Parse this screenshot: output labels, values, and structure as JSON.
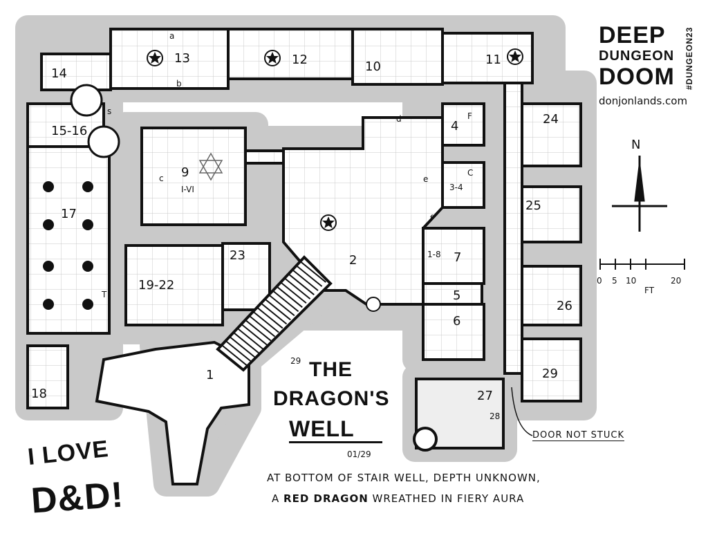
{
  "branding": {
    "title_line1": "DEEP",
    "title_line2": "DUNGEON",
    "title_line3": "DOOM",
    "hashtag": "#DUNGEON23",
    "website": "donjonlands.com"
  },
  "compass": {
    "north_label": "N"
  },
  "scale": {
    "ticks": [
      "0",
      "5",
      "10",
      "20"
    ],
    "unit": "FT"
  },
  "dungeon_title": {
    "number": "29",
    "line1": "THE",
    "line2": "DRAGON'S",
    "line3": "WELL",
    "date": "01/29"
  },
  "description": {
    "line1": "AT BOTTOM OF STAIR WELL, DEPTH UNKNOWN,",
    "line2_prefix": "A",
    "line2_emphasis": "RED DRAGON",
    "line2_suffix": "WREATHED IN FIERY AURA"
  },
  "annotation": {
    "door_note": "DOOR NOT STUCK"
  },
  "signature": {
    "line1": "I LOVE",
    "line2": "D&D!"
  },
  "rooms": {
    "r1": "1",
    "r2": "2",
    "r3_4": "3-4",
    "r4": "4",
    "r5": "5",
    "r6": "6",
    "r7": "7",
    "r8": "1-8",
    "r9": "9",
    "r9_sub": "I-VI",
    "r10": "10",
    "r11": "11",
    "r12": "12",
    "r13": "13",
    "r14": "14",
    "r15": "15-16",
    "r17": "17",
    "r18": "18",
    "r19": "19-22",
    "r23": "23",
    "r24": "24",
    "r25": "25",
    "r26": "26",
    "r27": "27",
    "r28": "28",
    "r29": "29"
  },
  "sublabels": {
    "a": "a",
    "b": "b",
    "c": "c",
    "d": "d",
    "e": "e",
    "f": "f",
    "F": "F",
    "C": "C",
    "s": "s",
    "T": "T"
  }
}
